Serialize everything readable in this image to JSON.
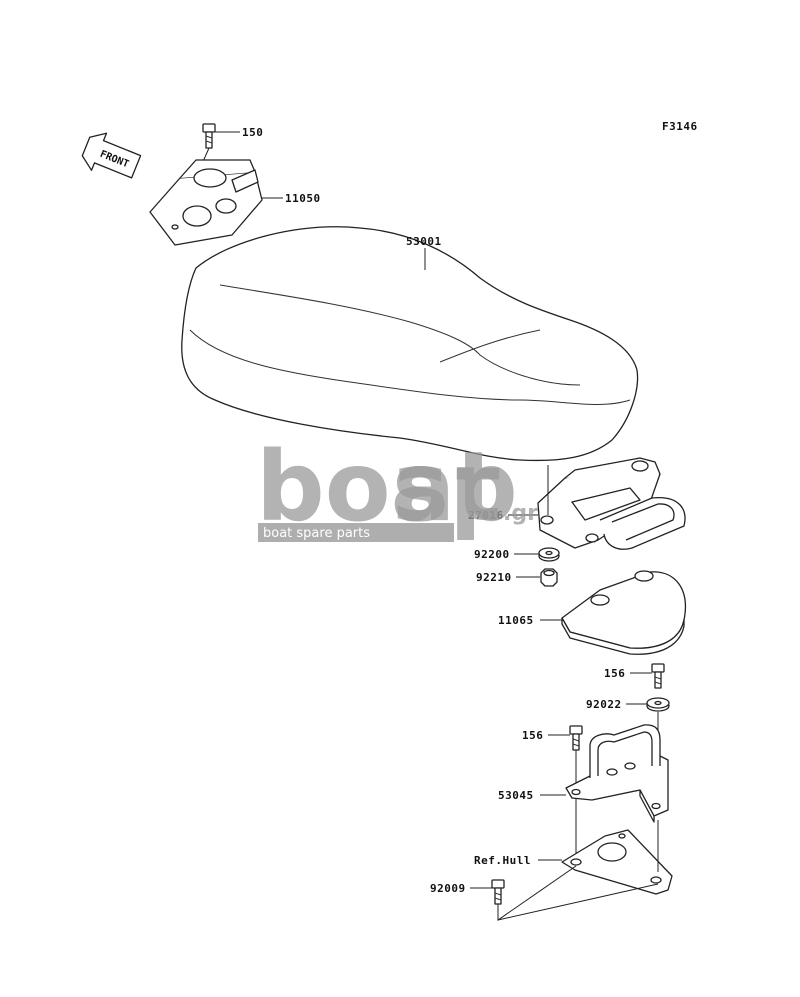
{
  "figure_code": "F3146",
  "front_arrow": "FRONT",
  "parts": {
    "p150": "150",
    "p11050": "11050",
    "p53001": "53001",
    "p27016": "27016",
    "p92200": "92200",
    "p92210": "92210",
    "p11065": "11065",
    "p156a": "156",
    "p92022": "92022",
    "p156b": "156",
    "p53045": "53045",
    "pRefHull": "Ref.Hull",
    "p92009": "92009"
  },
  "watermark": {
    "brand_left": "boat",
    "brand_right": "sp",
    "suffix": ".gr",
    "tagline": "boat spare parts"
  }
}
